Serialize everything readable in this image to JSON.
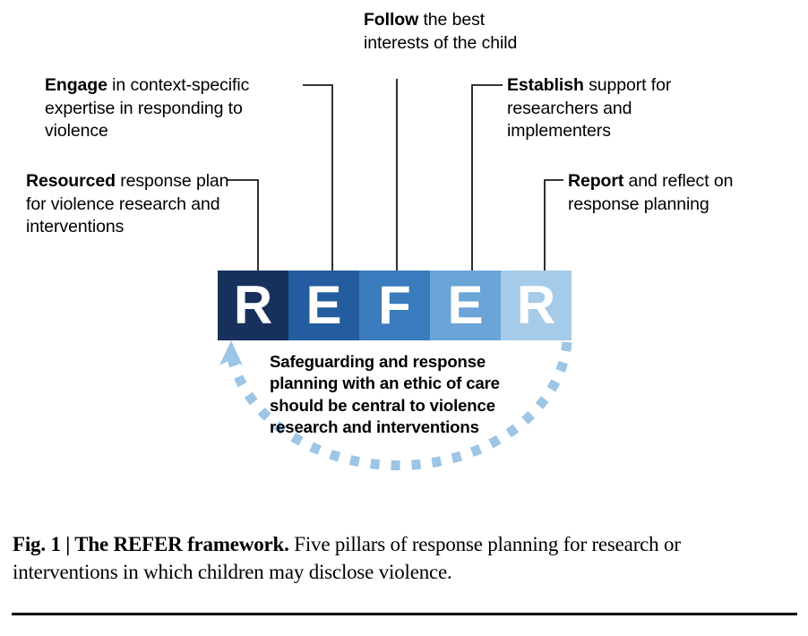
{
  "figure": {
    "bar": {
      "letters": [
        {
          "letter": "R",
          "color": "#17315c",
          "pillar": "Resourced"
        },
        {
          "letter": "E",
          "color": "#245d9f",
          "pillar": "Engage"
        },
        {
          "letter": "F",
          "color": "#3a7cbe",
          "pillar": "Follow"
        },
        {
          "letter": "E",
          "color": "#6ba4d6",
          "pillar": "Establish"
        },
        {
          "letter": "R",
          "color": "#a6cbe8",
          "pillar": "Report"
        }
      ]
    },
    "callouts": {
      "resourced": {
        "keyword": "Resourced",
        "rest": " response plan for violence research and interventions"
      },
      "engage": {
        "keyword": "Engage",
        "rest": " in context-specific expertise in responding to violence"
      },
      "follow": {
        "keyword": "Follow",
        "rest": " the best interests of the child"
      },
      "establish": {
        "keyword": "Establish",
        "rest": " support for researchers and implementers"
      },
      "report": {
        "keyword": "Report",
        "rest": " and reflect on response planning"
      }
    },
    "central_statement": "Safeguarding and response planning with an ethic of care should be central to violence research and interventions",
    "caption": {
      "lead": "Fig. 1 | The REFER framework.",
      "rest": " Five pillars of response planning for research or interventions in which children may disclose violence."
    },
    "colors": {
      "leader_line": "#1a1a1a",
      "arc_dotted": "#9cc5e6",
      "text": "#000000",
      "background": "#ffffff"
    }
  }
}
